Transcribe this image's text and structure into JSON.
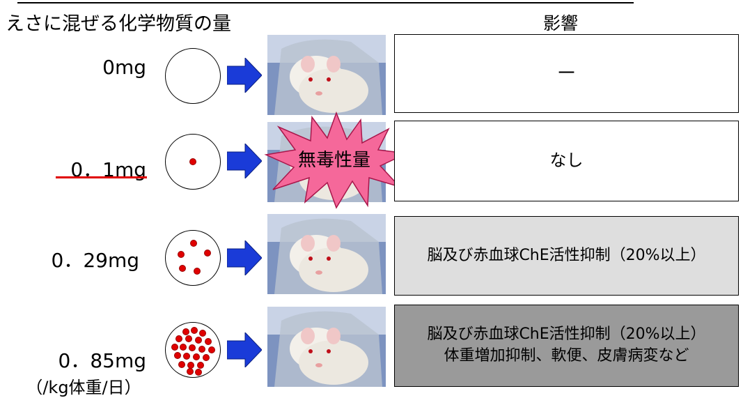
{
  "header": {
    "left_title": "えさに混ぜる化学物質の量",
    "right_title": "影響"
  },
  "rows": [
    {
      "dose": "0mg",
      "effect": "－"
    },
    {
      "dose": "0．1mg",
      "effect": "なし"
    },
    {
      "dose": "0．29mg",
      "effect": "脳及び赤血球ChE活性抑制（20%以上）"
    },
    {
      "dose": "0．85mg",
      "effect_line1": "脳及び赤血球ChE活性抑制（20%以上）",
      "effect_line2": "体重増加抑制、軟便、皮膚病変など"
    }
  ],
  "unit_note": "（/kg体重/日）",
  "starburst_label": "無毒性量",
  "colors": {
    "dot_red": "#e00000",
    "arrow_blue": "#1a3bd8",
    "starburst_pink": "#f5689a",
    "box3_bg": "#dedede",
    "box4_bg": "#9a9a9a"
  }
}
